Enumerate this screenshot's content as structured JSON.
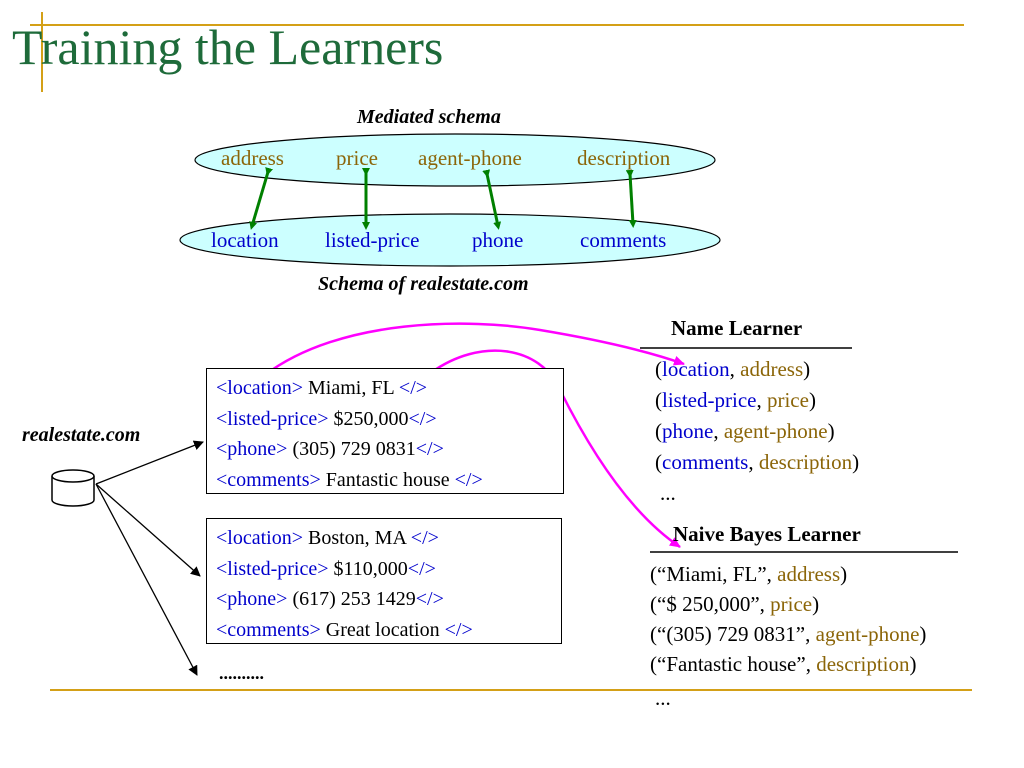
{
  "title": "Training the Learners",
  "mediated_caption": "Mediated schema",
  "source_caption": "Schema of realestate.com",
  "mediated_attrs": [
    "address",
    "price",
    "agent-phone",
    "description"
  ],
  "source_attrs": [
    "location",
    "listed-price",
    "phone",
    "comments"
  ],
  "datasource_label": "realestate.com",
  "ellipsis_label": "..........",
  "listing1": [
    {
      "open": "<location>",
      "value": " Miami, FL ",
      "close": "</>"
    },
    {
      "open": "<listed-price>",
      "value": " $250,000",
      "close": "</>"
    },
    {
      "open": "<phone>",
      "value": " (305) 729 0831",
      "close": "</>"
    },
    {
      "open": "<comments>",
      "value": " Fantastic house ",
      "close": "</>"
    }
  ],
  "listing2": [
    {
      "open": "<location>",
      "value": " Boston, MA ",
      "close": "</>"
    },
    {
      "open": "<listed-price>",
      "value": " $110,000",
      "close": "</>"
    },
    {
      "open": "<phone>",
      "value": " (617) 253 1429",
      "close": "</>"
    },
    {
      "open": "<comments>",
      "value": " Great location ",
      "close": "</>"
    }
  ],
  "name_learner": {
    "heading": "Name Learner",
    "rows": [
      {
        "lp": "(",
        "left": "location",
        "sep": ", ",
        "right": "address",
        "rp": ")"
      },
      {
        "lp": "(",
        "left": "listed-price",
        "sep": ", ",
        "right": "price",
        "rp": ")"
      },
      {
        "lp": "(",
        "left": "phone",
        "sep": ", ",
        "right": "agent-phone",
        "rp": ")"
      },
      {
        "lp": "(",
        "left": "comments",
        "sep": ", ",
        "right": "description",
        "rp": ")"
      }
    ],
    "more": "..."
  },
  "nb_learner": {
    "heading": "Naive Bayes Learner",
    "rows": [
      {
        "left": "(“Miami, FL”, ",
        "right": "address",
        "rp": ")"
      },
      {
        "left": "(“$ 250,000”, ",
        "right": "price",
        "rp": ")"
      },
      {
        "left": "(“(305) 729 0831”, ",
        "right": "agent-phone",
        "rp": ")"
      },
      {
        "left": "(“Fantastic house”, ",
        "right": "description",
        "rp": ")"
      }
    ],
    "more": "..."
  },
  "colors": {
    "title": "#1e6b3a",
    "accent_rule": "#d4a017",
    "mediated_text": "#8b6508",
    "source_text": "#0000cc",
    "ellipse_fill": "#ccffff",
    "match_arrow": "#008000",
    "training_arrow": "#ff00ff"
  }
}
